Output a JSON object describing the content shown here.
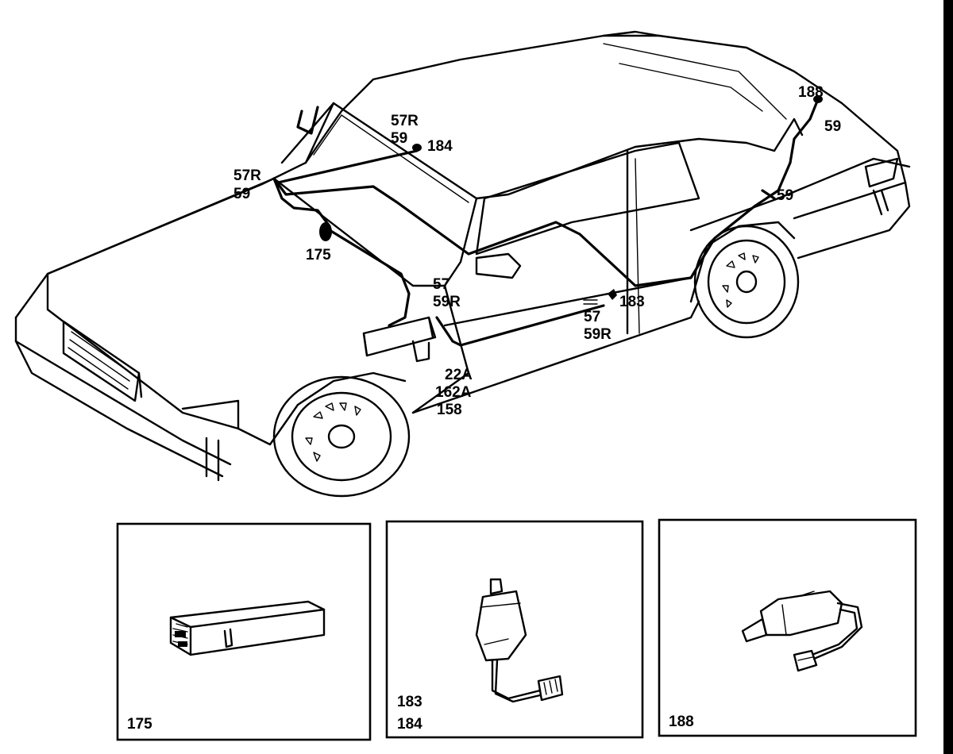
{
  "callouts": {
    "c_57R_a": "57R",
    "c_59_a": "59",
    "c_184": "184",
    "c_57R_b": "57R",
    "c_59_b": "59",
    "c_175": "175",
    "c_57_a": "57",
    "c_59R_a": "59R",
    "c_183": "183",
    "c_57_b": "57",
    "c_59R_b": "59R",
    "c_22A": "22A",
    "c_162A": "162A",
    "c_158": "158",
    "c_188": "188",
    "c_59_c": "59",
    "c_59_d": "59"
  },
  "panels": [
    {
      "id": "panel-175",
      "label_lines": [
        "175"
      ],
      "part": "control-unit"
    },
    {
      "id": "panel-183-184",
      "label_lines": [
        "183",
        "184"
      ],
      "part": "sensor-with-connector"
    },
    {
      "id": "panel-188",
      "label_lines": [
        "188"
      ],
      "part": "sensor-with-plug"
    }
  ]
}
